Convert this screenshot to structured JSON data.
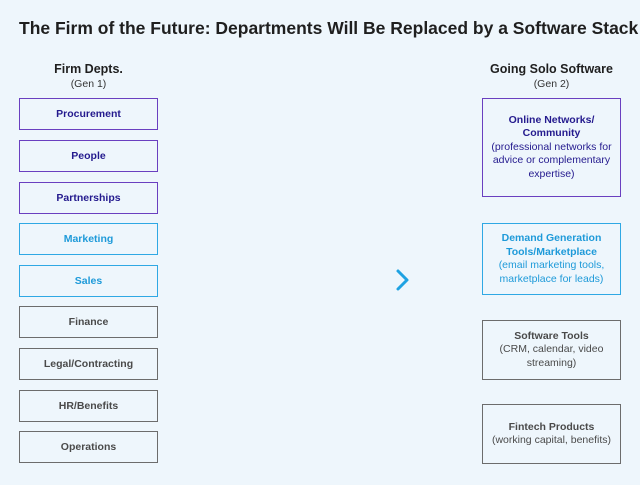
{
  "title": "The Firm of the Future: Departments Will Be Replaced by a Software Stack",
  "left_column": {
    "heading": "Firm Depts.",
    "subheading": "(Gen 1)",
    "items": [
      {
        "label": "Procurement",
        "color": "#6a3fc0"
      },
      {
        "label": "People",
        "color": "#6a3fc0"
      },
      {
        "label": "Partnerships",
        "color": "#6a3fc0"
      },
      {
        "label": "Marketing",
        "color": "#2fa8e4"
      },
      {
        "label": "Sales",
        "color": "#2fa8e4"
      },
      {
        "label": "Finance",
        "color": "#6c6c6c"
      },
      {
        "label": "Legal/Contracting",
        "color": "#6c6c6c"
      },
      {
        "label": "HR/Benefits",
        "color": "#6c6c6c"
      },
      {
        "label": "Operations",
        "color": "#6c6c6c"
      }
    ]
  },
  "right_column": {
    "heading": "Going Solo Software",
    "subheading": "(Gen 2)",
    "items": [
      {
        "title": "Online Networks/\nCommunity",
        "detail": "(professional networks for advice or complementary expertise)",
        "color": "#6a3fc0"
      },
      {
        "title": "Demand Generation Tools/Marketplace",
        "detail": "(email marketing tools, marketplace for leads)",
        "color": "#2fa8e4"
      },
      {
        "title": "Software Tools",
        "detail": "(CRM, calendar, video streaming)",
        "color": "#6c6c6c"
      },
      {
        "title": "Fintech Products",
        "detail": "(working capital, benefits)",
        "color": "#6c6c6c"
      }
    ]
  },
  "arrow": {
    "gradient_start": "#23207e",
    "gradient_end": "#1fa2e2",
    "icon": "arrow-right-icon"
  }
}
